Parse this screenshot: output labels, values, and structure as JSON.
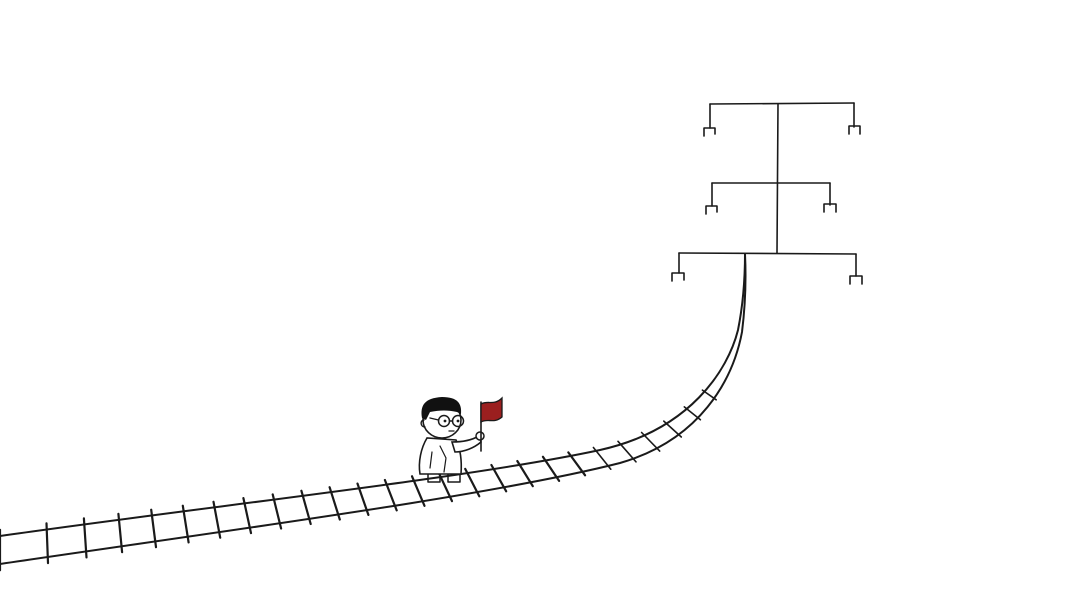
{
  "scene": {
    "background": "#ffffff",
    "ink_color": "#1a1a1a",
    "flag_color": "#9b1f1f",
    "hair_color": "#111111",
    "elements": [
      "railway-track",
      "pole-like-structure",
      "boy-with-flag"
    ]
  }
}
